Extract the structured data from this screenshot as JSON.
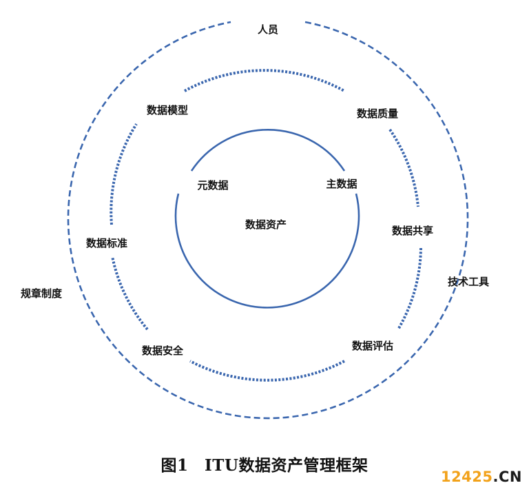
{
  "colors": {
    "ring": "#3a66ae",
    "text": "#111111",
    "watermark_number": "#f2a21b",
    "watermark_suffix": "#1c1c1c"
  },
  "outer_ring": {
    "label_top": "人员",
    "label_left": "规章制度",
    "label_right": "技术工具"
  },
  "middle_ring": {
    "items": [
      "数据模型",
      "数据质量",
      "数据共享",
      "数据评估",
      "数据安全",
      "数据标准"
    ]
  },
  "inner_ring": {
    "center_label": "数据资产",
    "left_label": "元数据",
    "right_label": "主数据"
  },
  "caption": "图1　ITU数据资产管理框架",
  "watermark": {
    "number": "12425",
    "dot": ".",
    "suffix": "CN"
  }
}
